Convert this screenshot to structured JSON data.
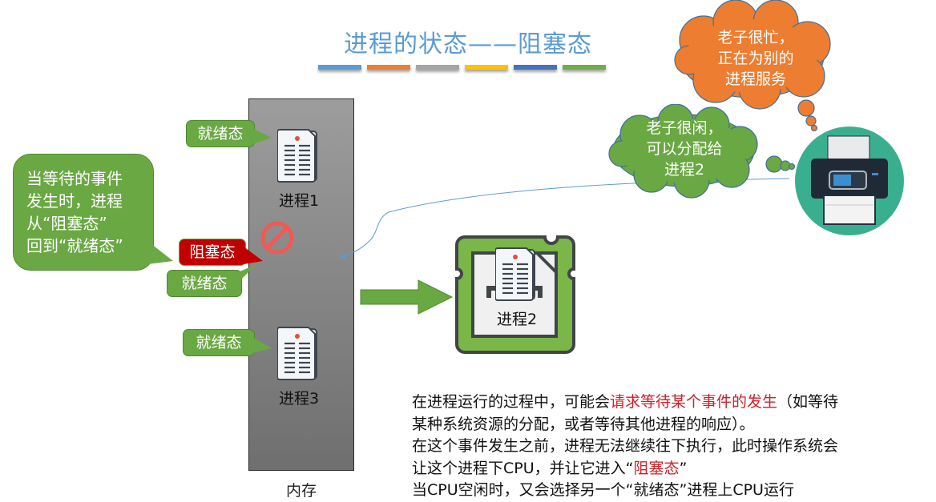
{
  "title": "进程的状态——阻塞态",
  "title_bar_colors": [
    "#5b9bd5",
    "#ed7d31",
    "#a5a5a5",
    "#ffc000",
    "#4472c4",
    "#70ad47"
  ],
  "memory": {
    "label": "内存",
    "processes": [
      {
        "name": "进程1",
        "state": "就绪态"
      },
      {
        "name": "进程3",
        "state": "就绪态"
      }
    ],
    "blocked_slot": {
      "state_old": "阻塞态",
      "state_new": "就绪态"
    }
  },
  "cpu": {
    "process": "进程2"
  },
  "left_callout": {
    "lines": [
      "当等待的事件",
      "发生时，进程",
      "从“阻塞态”",
      "回到“就绪态”"
    ]
  },
  "printer": {
    "busy_thought": [
      "老子很忙，",
      "正在为别的",
      "进程服务"
    ],
    "idle_thought": [
      "老子很闲，",
      "可以分配给",
      "进程2"
    ]
  },
  "description": {
    "line1_a": "在进程运行的过程中，可能会",
    "line1_hl": "请求等待某个事件的发生",
    "line1_b": "（如等待",
    "line2": "某种系统资源的分配，或者等待其他进程的响应）。",
    "line3": "在这个事件发生之前，进程无法继续往下执行，此时操作系统会",
    "line4_a": "让这个进程下CPU，并让它进入“",
    "line4_hl": "阻塞态",
    "line4_b": "”",
    "line5": "当CPU空闲时，又会选择另一个“就绪态”进程上CPU运行"
  },
  "colors": {
    "title": "#5b9bd5",
    "green": "#6aa843",
    "red_state": "#c00000",
    "highlight_text": "#d0202a",
    "orange_cloud": "#ed7d31",
    "printer_circle": "#3aaf8f"
  }
}
